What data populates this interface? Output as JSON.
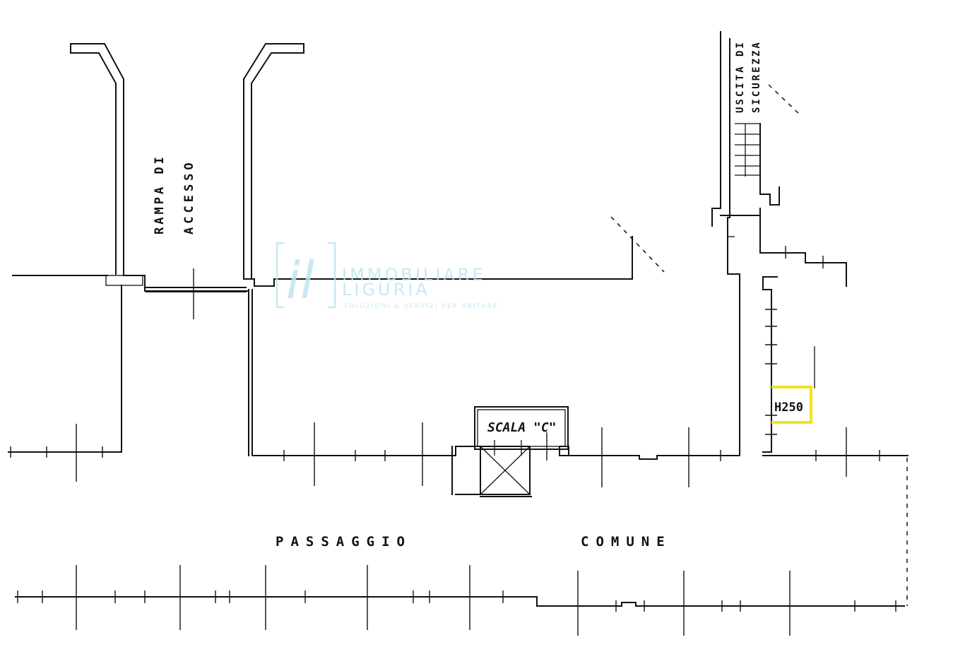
{
  "labels": {
    "ramp_line1": "RAMPA DI",
    "ramp_line2": "ACCESSO",
    "exit_line1": "USCITA DI",
    "exit_line2": "SICUREZZA",
    "stair": "SCALA \"C\"",
    "height": "H250",
    "passage1": "PASSAGGIO",
    "passage2": "COMUNE"
  },
  "watermark": {
    "name_line1": "IMMOBILIARE",
    "name_line2": "LIGURIA",
    "tagline": "SOLUZIONI & SERVIZI PER ABITARE",
    "color": "#bfe4f1"
  },
  "highlight_color": "#f1e21c"
}
